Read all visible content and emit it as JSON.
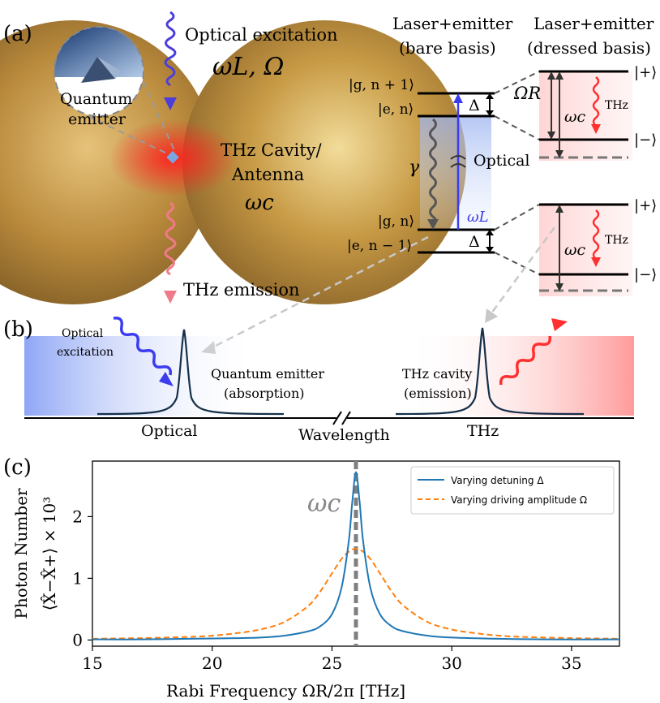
{
  "panel_a": {
    "label": "(a)",
    "optical_excitation": "Optical excitation",
    "omega_L_Omega": "ωL, Ω",
    "quantum_emitter_line1": "Quantum",
    "quantum_emitter_line2": "emitter",
    "thz_cavity_line1": "THz Cavity/",
    "thz_cavity_line2": "Antenna",
    "omega_c": "ωc",
    "thz_emission": "THz emission",
    "bare_title_1": "Laser+emitter",
    "bare_title_2": "(bare basis)",
    "dressed_title_1": "Laser+emitter",
    "dressed_title_2": "(dressed basis)",
    "levels": {
      "g_n_plus_1": "|g, n + 1⟩",
      "e_n": "|e, n⟩",
      "g_n": "|g, n⟩",
      "e_n_minus_1": "|e, n − 1⟩"
    },
    "delta": "Δ",
    "gamma": "γ",
    "optical": "Optical",
    "omega_L": "ωL",
    "omega_R": "ΩR",
    "dressed_plus": "|+⟩",
    "dressed_minus": "|−⟩",
    "thz": "THz",
    "colors": {
      "gold": "#c79a45",
      "laser_red": "#ff2a2a",
      "optical_blue": "#3c3cf0",
      "thz_pink": "#f07a8a"
    }
  },
  "panel_b": {
    "label": "(b)",
    "optical_excitation_1": "Optical",
    "optical_excitation_2": "excitation",
    "quantum_emitter_1": "Quantum emitter",
    "quantum_emitter_2": "(absorption)",
    "thz_cavity_1": "THz cavity",
    "thz_cavity_2": "(emission)",
    "axis_optical": "Optical",
    "axis_wavelength": "Wavelength",
    "axis_thz": "THz"
  },
  "panel_c": {
    "label": "(c)",
    "annotation": "ωc"
  },
  "chart_data": {
    "type": "line",
    "xlabel": "Rabi Frequency  ΩR/2π [THz]",
    "ylabel_line1": "Photon Number",
    "ylabel_line2": "⟨X̂−X̂+⟩ × 10³",
    "xlim": [
      15,
      37
    ],
    "ylim": [
      -0.1,
      2.9
    ],
    "x_ticks": [
      15,
      20,
      25,
      30,
      35
    ],
    "y_ticks": [
      0,
      1,
      2
    ],
    "vline_x": 26,
    "legend_position": "top-right",
    "grid": false,
    "series": [
      {
        "name": "Varying detuning Δ",
        "color": "#1f77b4",
        "style": "solid",
        "x": [
          15,
          17,
          19,
          21,
          22,
          23,
          24,
          24.5,
          25,
          25.4,
          25.7,
          25.85,
          26,
          26.15,
          26.3,
          26.6,
          27,
          27.5,
          28,
          29,
          30,
          32,
          34,
          37
        ],
        "y": [
          0.01,
          0.01,
          0.02,
          0.03,
          0.04,
          0.07,
          0.14,
          0.22,
          0.42,
          0.85,
          1.6,
          2.25,
          2.72,
          2.25,
          1.6,
          0.85,
          0.42,
          0.22,
          0.14,
          0.07,
          0.04,
          0.02,
          0.01,
          0.01
        ]
      },
      {
        "name": "Varying driving amplitude Ω",
        "color": "#ff7f0e",
        "style": "dashed",
        "x": [
          15,
          17,
          19,
          20,
          21,
          22,
          23,
          24,
          24.5,
          25,
          25.5,
          26,
          26.5,
          27,
          27.5,
          28,
          29,
          30,
          31,
          32,
          33,
          35,
          37
        ],
        "y": [
          0.02,
          0.03,
          0.05,
          0.07,
          0.11,
          0.17,
          0.29,
          0.55,
          0.78,
          1.08,
          1.36,
          1.48,
          1.36,
          1.08,
          0.78,
          0.55,
          0.29,
          0.17,
          0.11,
          0.07,
          0.05,
          0.03,
          0.02
        ]
      }
    ]
  }
}
